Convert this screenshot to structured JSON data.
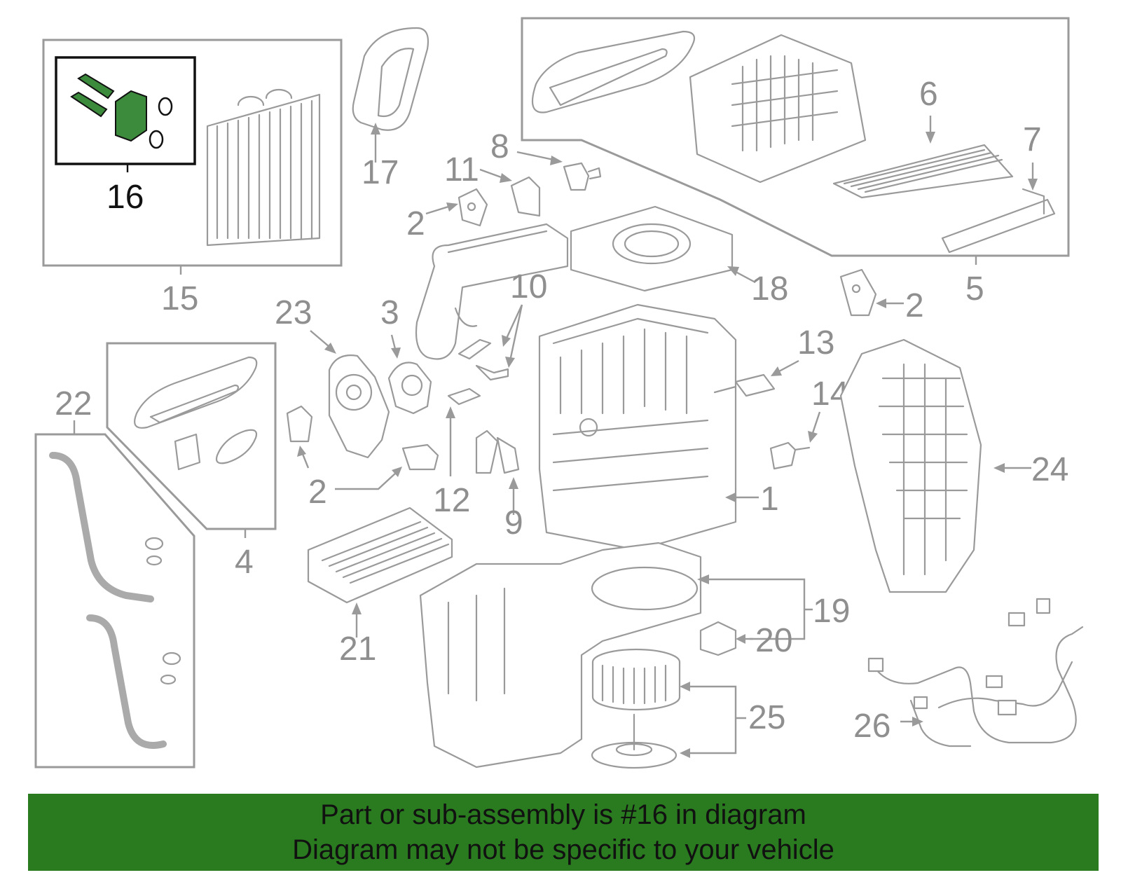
{
  "diagram": {
    "callouts": {
      "c1": "1",
      "c2a": "2",
      "c2b": "2",
      "c2c": "2",
      "c2d": "2",
      "c3": "3",
      "c4": "4",
      "c5": "5",
      "c6": "6",
      "c7": "7",
      "c8": "8",
      "c9": "9",
      "c10": "10",
      "c11": "11",
      "c12": "12",
      "c13": "13",
      "c14": "14",
      "c15": "15",
      "c16": "16",
      "c17": "17",
      "c18": "18",
      "c19": "19",
      "c20": "20",
      "c21": "21",
      "c22": "22",
      "c23": "23",
      "c24": "24",
      "c25": "25",
      "c26": "26"
    },
    "highlighted_part": "16"
  },
  "banner": {
    "color": "#2a7a1f",
    "line1": "Part or sub-assembly is #16 in diagram",
    "line2": "Diagram may not be specific to your vehicle"
  }
}
